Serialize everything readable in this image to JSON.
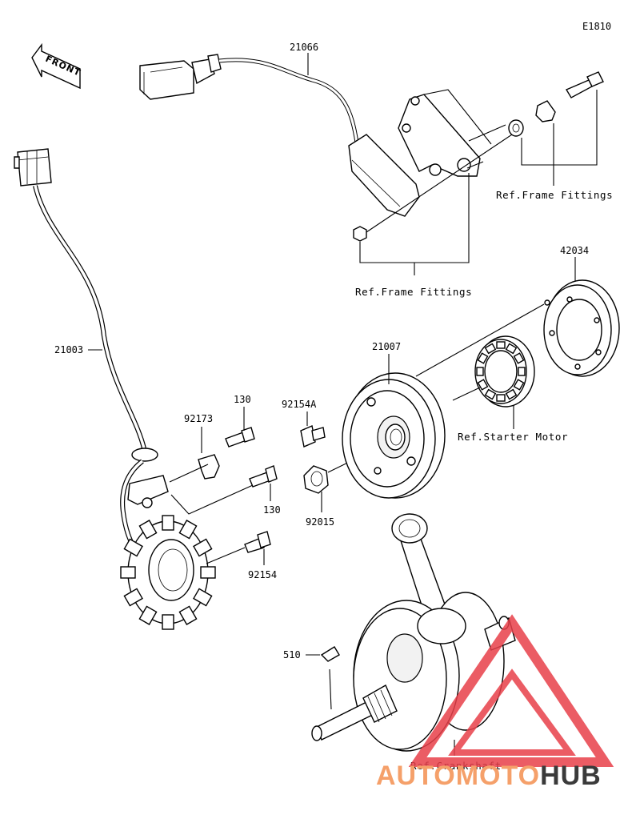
{
  "diagram_code": "E1810",
  "front_label": "FRONT",
  "callouts": {
    "p21066": "21066",
    "p21003": "21003",
    "p42034": "42034",
    "p21007": "21007",
    "p92154A": "92154A",
    "p92173": "92173",
    "p130_top": "130",
    "p130_bottom": "130",
    "p92015": "92015",
    "p92154": "92154",
    "p510": "510"
  },
  "references": {
    "frame_fittings_right": "Ref.Frame Fittings",
    "frame_fittings_bottom": "Ref.Frame Fittings",
    "starter_motor": "Ref.Starter Motor",
    "crankshaft": "Ref.Crankshaft"
  },
  "watermark": {
    "part1": "AUTOMOTO",
    "part2": "HUB",
    "color1": "#f5a06a",
    "color2": "#3a3a3a",
    "triangle_color": "#e8404a"
  }
}
